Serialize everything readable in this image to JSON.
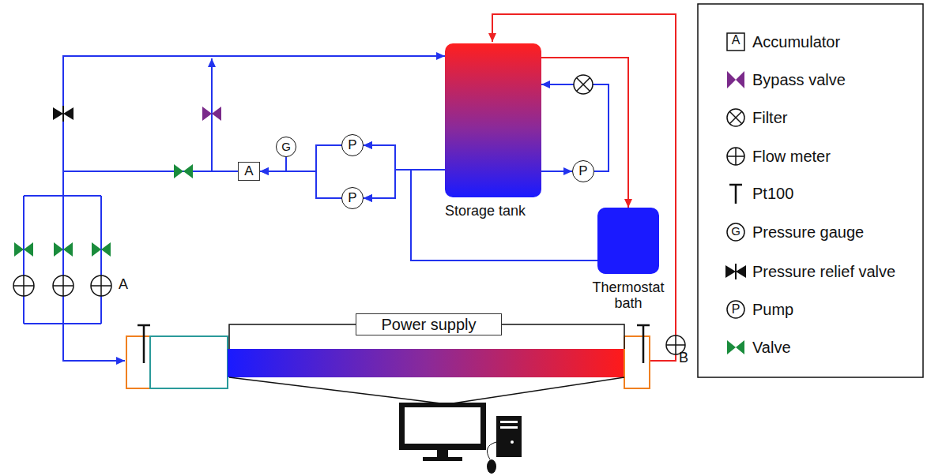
{
  "diagram": {
    "nodes": [
      {
        "text": [
          "Storage tank"
        ]
      },
      {
        "text": [
          "Thermostat bath"
        ]
      },
      {
        "text": [
          "Power supply"
        ]
      },
      {
        "text": [
          "A"
        ]
      },
      {
        "text": [
          "G"
        ]
      },
      {
        "text": [
          "P"
        ]
      },
      {
        "text": [
          "P"
        ]
      },
      {
        "text": [
          "P"
        ]
      }
    ],
    "edges": [
      {
        "from": 0,
        "to": 5,
        "arrow": "to"
      },
      {
        "from": 0,
        "to": 6,
        "arrow": "to"
      },
      {
        "from": 5,
        "to": 3,
        "arrow": "to"
      },
      {
        "from": 6,
        "to": 3,
        "arrow": "to"
      },
      {
        "from": 0,
        "to": 7,
        "arrow": "to"
      },
      {
        "from": 7,
        "to": 0,
        "arrow": "to"
      },
      {
        "from": 0,
        "to": 1,
        "arrow": "to"
      },
      {
        "from": 1,
        "to": 5,
        "arrow": "to"
      },
      {
        "from": 1,
        "to": 6,
        "arrow": "to"
      },
      {
        "from": 3,
        "to": 0,
        "arrow": "to"
      }
    ],
    "labels": [
      "A",
      "B",
      "A",
      "G",
      "P"
    ],
    "legend": [
      {
        "text": "Accumulator"
      },
      {
        "text": "Bypass valve"
      },
      {
        "text": "Filter"
      },
      {
        "text": "Flow meter"
      },
      {
        "text": "Pt100"
      },
      {
        "text": "Pressure gauge"
      },
      {
        "text": "Pressure relief valve"
      },
      {
        "text": "Pump"
      },
      {
        "text": "Valve"
      }
    ]
  }
}
